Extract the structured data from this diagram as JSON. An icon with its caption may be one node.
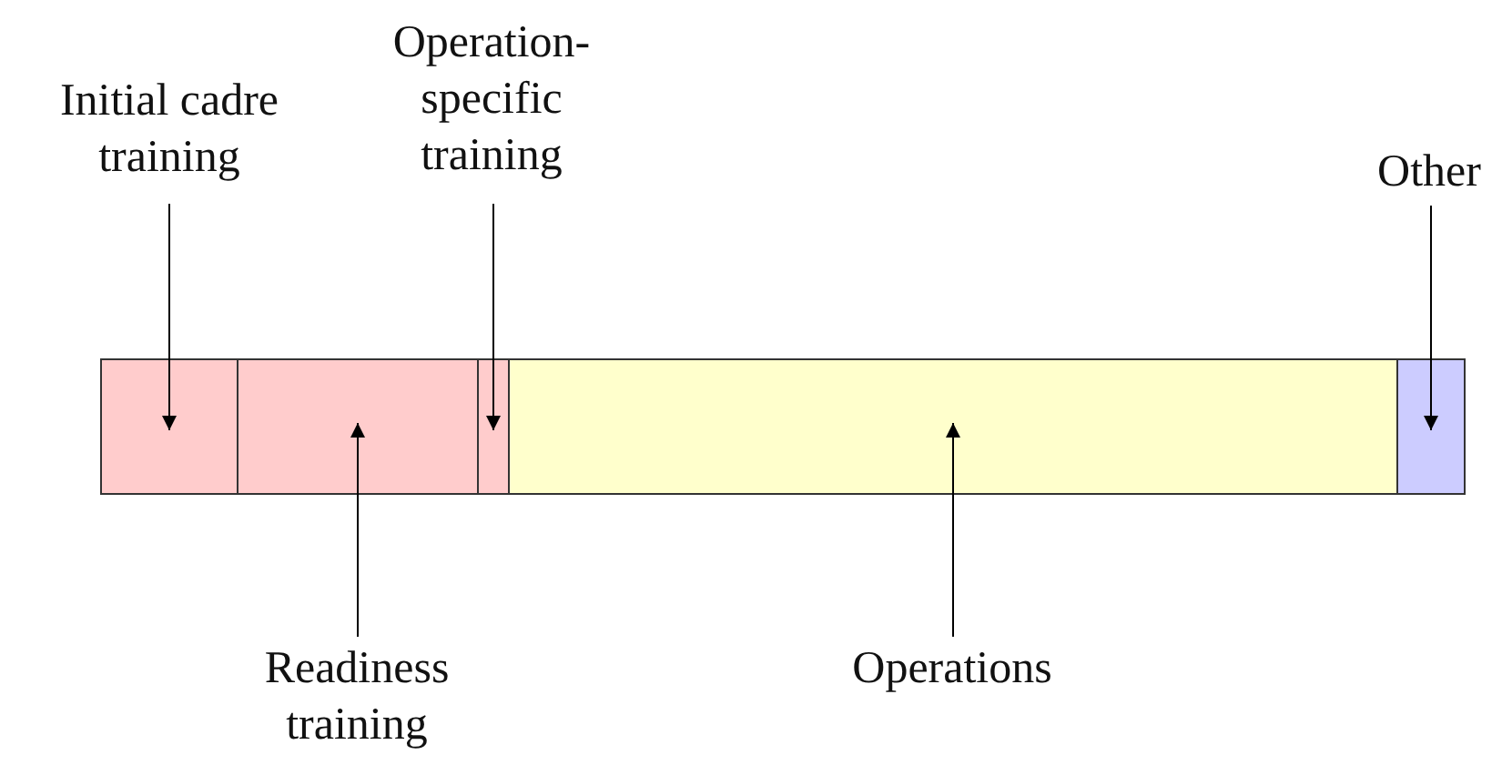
{
  "diagram": {
    "nodes": [
      {
        "text": [
          "Initial cadre training"
        ]
      },
      {
        "text": [
          "Operation-specific training"
        ]
      },
      {
        "text": [
          "Other"
        ]
      },
      {
        "text": [],
        "shape": "bar"
      },
      {
        "text": [],
        "shape": "bar"
      },
      {
        "text": [],
        "shape": "bar"
      },
      {
        "text": [],
        "shape": "bar"
      },
      {
        "text": [],
        "shape": "bar"
      },
      {
        "text": [
          "Readiness training"
        ]
      },
      {
        "text": [
          "Operations"
        ]
      }
    ],
    "edges": [
      {
        "from": 0,
        "to": 3,
        "arrow": "to"
      },
      {
        "from": 1,
        "to": 5,
        "arrow": "to"
      },
      {
        "from": 2,
        "to": 7,
        "arrow": "to"
      },
      {
        "from": 8,
        "to": 4,
        "arrow": "to"
      },
      {
        "from": 9,
        "to": 6,
        "arrow": "to"
      }
    ]
  }
}
